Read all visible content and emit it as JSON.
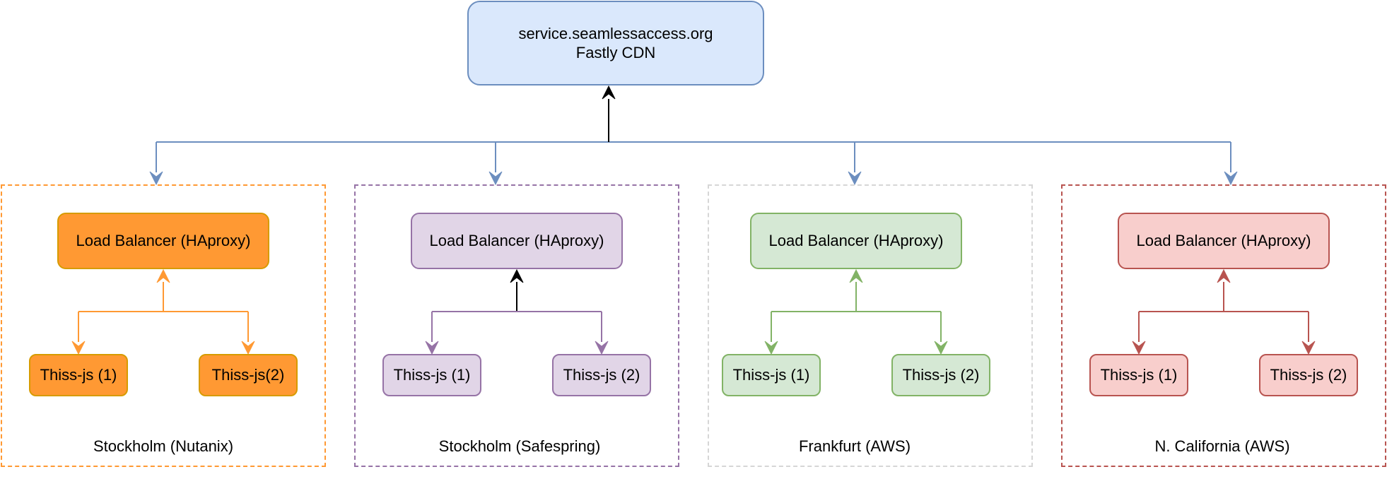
{
  "root": {
    "line1": "service.seamlessaccess.org",
    "line2": "Fastly CDN",
    "fill": "#dae8fc",
    "stroke": "#6c8ebf"
  },
  "regions": [
    {
      "label": "Stockholm (Nutanix)",
      "load_balancer": "Load Balancer (HAproxy)",
      "workers": [
        "Thiss-js (1)",
        "Thiss-js(2)"
      ],
      "fill": "#ff9933",
      "stroke": "#d79b00",
      "frame": "#ff9933",
      "connector": "#ff9933",
      "up_arrow": "#ff9933"
    },
    {
      "label": "Stockholm (Safespring)",
      "load_balancer": "Load Balancer (HAproxy)",
      "workers": [
        "Thiss-js (1)",
        "Thiss-js (2)"
      ],
      "fill": "#e1d5e7",
      "stroke": "#9673a6",
      "frame": "#9673a6",
      "connector": "#9673a6",
      "up_arrow": "#000000"
    },
    {
      "label": "Frankfurt (AWS)",
      "load_balancer": "Load Balancer (HAproxy)",
      "workers": [
        "Thiss-js (1)",
        "Thiss-js (2)"
      ],
      "fill": "#d5e8d4",
      "stroke": "#82b366",
      "frame": "#d6d6d6",
      "connector": "#82b366",
      "up_arrow": "#82b366"
    },
    {
      "label": "N. California (AWS)",
      "load_balancer": "Load Balancer (HAproxy)",
      "workers": [
        "Thiss-js (1)",
        "Thiss-js (2)"
      ],
      "fill": "#f8cecc",
      "stroke": "#b85450",
      "frame": "#b85450",
      "connector": "#b85450",
      "up_arrow": "#b85450"
    }
  ],
  "links": {
    "fanout_color": "#6c8ebf",
    "root_arrow_color": "#000000"
  }
}
